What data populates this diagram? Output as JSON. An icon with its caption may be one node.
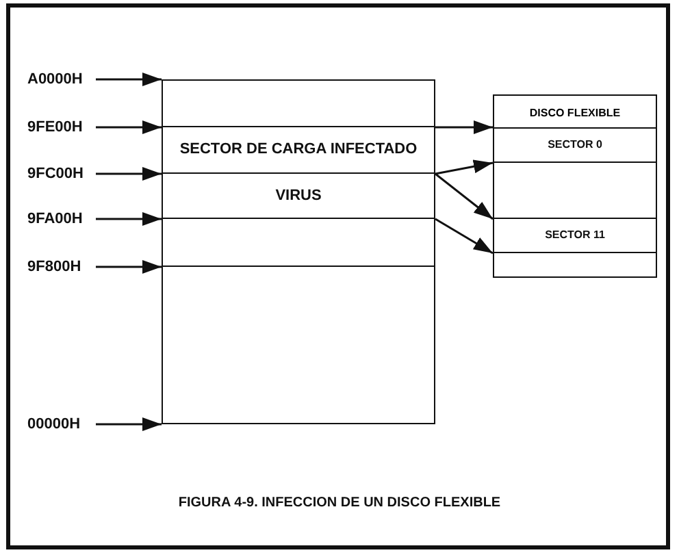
{
  "diagram": {
    "caption": "FIGURA 4-9. INFECCION DE UN DISCO FLEXIBLE",
    "nodes": [
      {
        "text": [],
        "shape": "box"
      },
      {
        "text": [],
        "shape": "box",
        "in": 0
      },
      {
        "text": [
          "SECTOR DE CARGA INFECTADO"
        ],
        "in": 0
      },
      {
        "text": [
          "VIRUS"
        ],
        "in": 0
      },
      {
        "text": [],
        "shape": "box",
        "in": 0
      },
      {
        "text": [],
        "shape": "box",
        "in": 0
      },
      {
        "text": [
          "DISCO FLEXIBLE"
        ]
      },
      {
        "text": [
          "SECTOR 0"
        ],
        "in": 6
      },
      {
        "text": [],
        "shape": "box",
        "in": 6
      },
      {
        "text": [
          "SECTOR 11"
        ],
        "in": 6
      },
      {
        "text": [],
        "shape": "box",
        "in": 6
      },
      {
        "text": [
          "A0000H"
        ]
      },
      {
        "text": [
          "9FE00H"
        ]
      },
      {
        "text": [
          "9FC00H"
        ]
      },
      {
        "text": [
          "9FA00H"
        ]
      },
      {
        "text": [
          "9F800H"
        ]
      },
      {
        "text": [
          "00000H"
        ]
      }
    ],
    "edges": [
      {
        "from": 11,
        "to": 0,
        "arrow": "to"
      },
      {
        "from": 12,
        "to": 0,
        "arrow": "to"
      },
      {
        "from": 13,
        "to": 0,
        "arrow": "to"
      },
      {
        "from": 14,
        "to": 0,
        "arrow": "to"
      },
      {
        "from": 15,
        "to": 0,
        "arrow": "to"
      },
      {
        "from": 16,
        "to": 0,
        "arrow": "to"
      },
      {
        "from": 2,
        "to": 7,
        "arrow": "to"
      },
      {
        "from": 2,
        "to": 7,
        "arrow": "to"
      },
      {
        "from": 3,
        "to": 9,
        "arrow": "to"
      },
      {
        "from": 3,
        "to": 9,
        "arrow": "to"
      }
    ]
  }
}
